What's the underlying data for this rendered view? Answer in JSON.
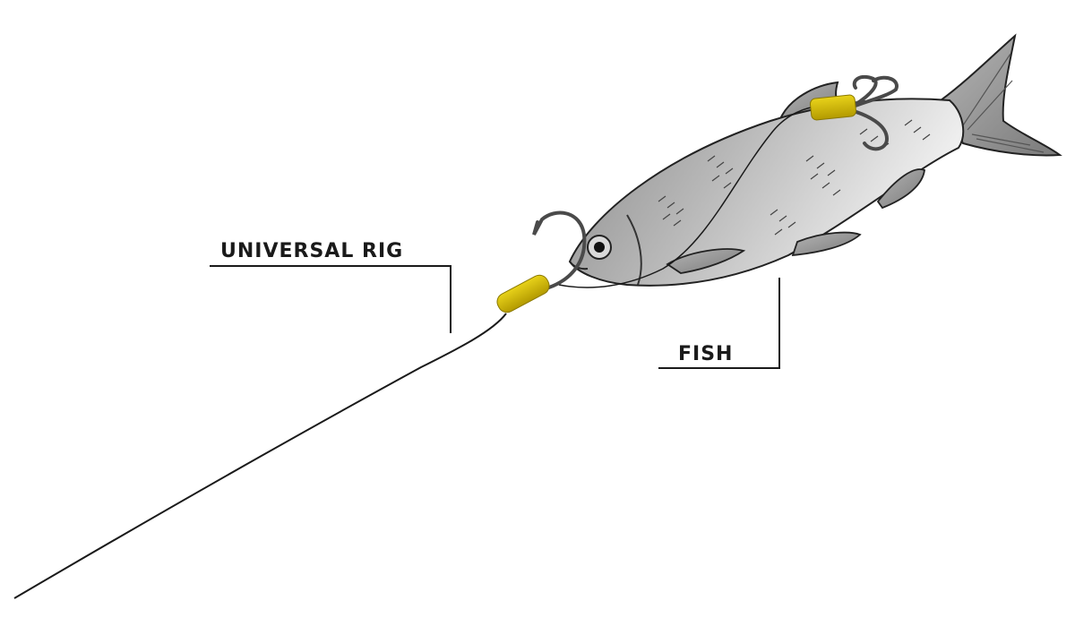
{
  "labels": {
    "universal_rig": "UNIVERSAL RIG",
    "fish": "FISH"
  },
  "colors": {
    "background": "#ffffff",
    "line": "#1a1a1a",
    "fish_body_light": "#ededed",
    "fish_body_dark": "#8a8a8a",
    "fin": "#9a9a9a",
    "bead": "#d4b800",
    "hook": "#4a4a4a"
  },
  "icons": {
    "fish": "fish-illustration",
    "single_hook": "single-hook-icon",
    "treble_hook": "treble-hook-icon",
    "bead": "rubber-bead-icon"
  }
}
